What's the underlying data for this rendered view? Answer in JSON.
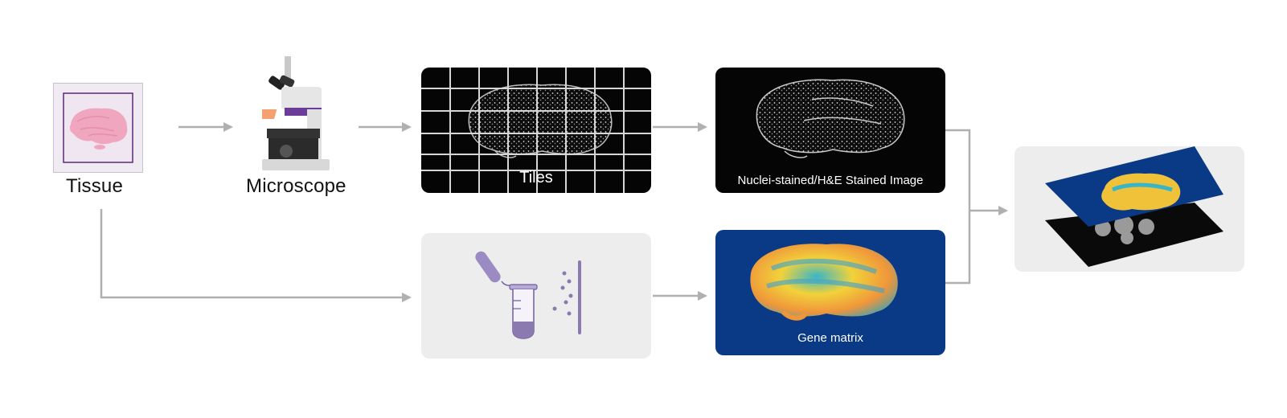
{
  "steps": {
    "tissue_label": "Tissue",
    "microscope_label": "Microscope",
    "tiles_label": "Tiles",
    "stained_label": "Nuclei-stained/H&E Stained Image",
    "gene_matrix_label": "Gene matrix"
  },
  "colors": {
    "arrow": "#b0b0b0",
    "panel_light": "#ededed",
    "panel_dark": "#050505",
    "gene_panel": "#0a3a86",
    "tissue_pink": "#f0a6bf",
    "slide_border": "#5a2a78",
    "tube_purple": "#8a7ab0"
  },
  "icons": [
    "tissue-slide-icon",
    "microscope-icon",
    "test-tube-icon",
    "pipette-icon",
    "overlay-stack-icon"
  ]
}
